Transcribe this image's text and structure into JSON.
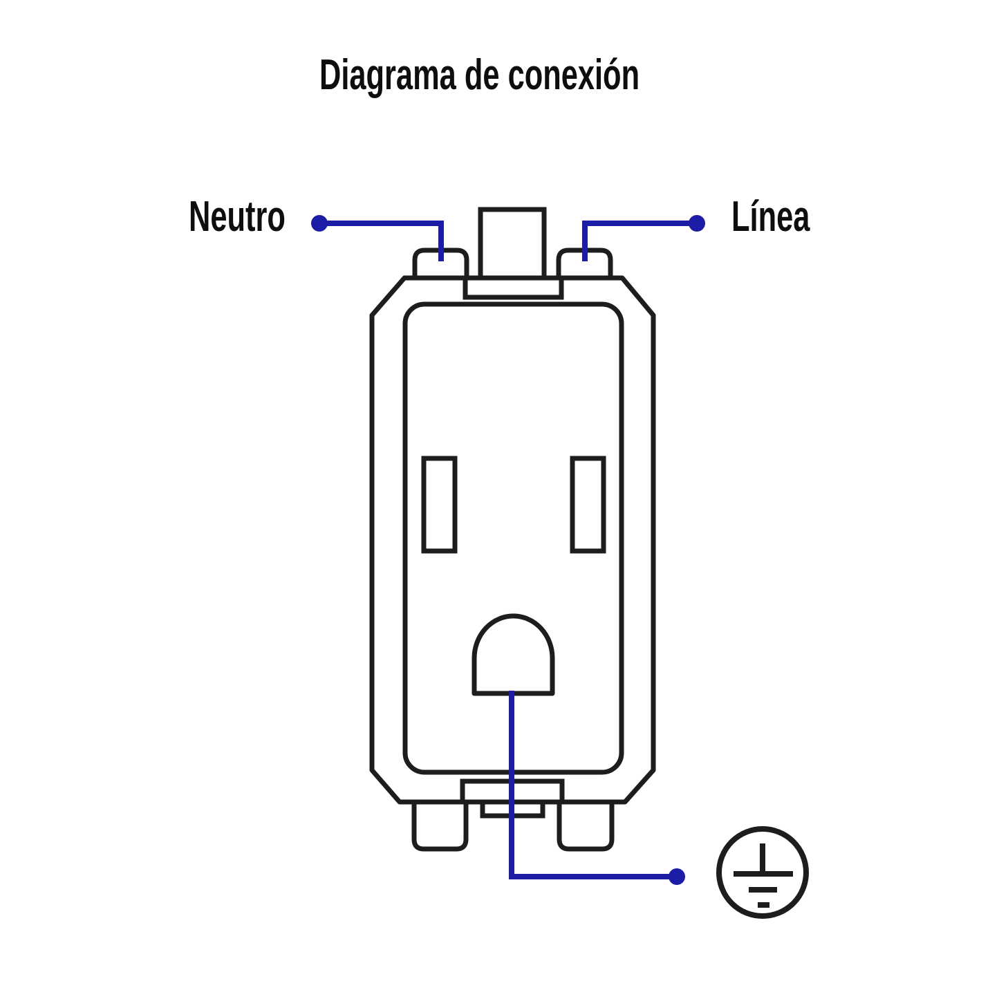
{
  "title": "Diagrama de conexión",
  "labels": {
    "neutral": "Neutro",
    "line": "Línea"
  },
  "icons": {
    "ground": "earth-ground-icon"
  },
  "colors": {
    "background": "#ffffff",
    "outline": "#1d1d1b",
    "wire": "#1c1ca6",
    "text": "#0e0e0e"
  }
}
